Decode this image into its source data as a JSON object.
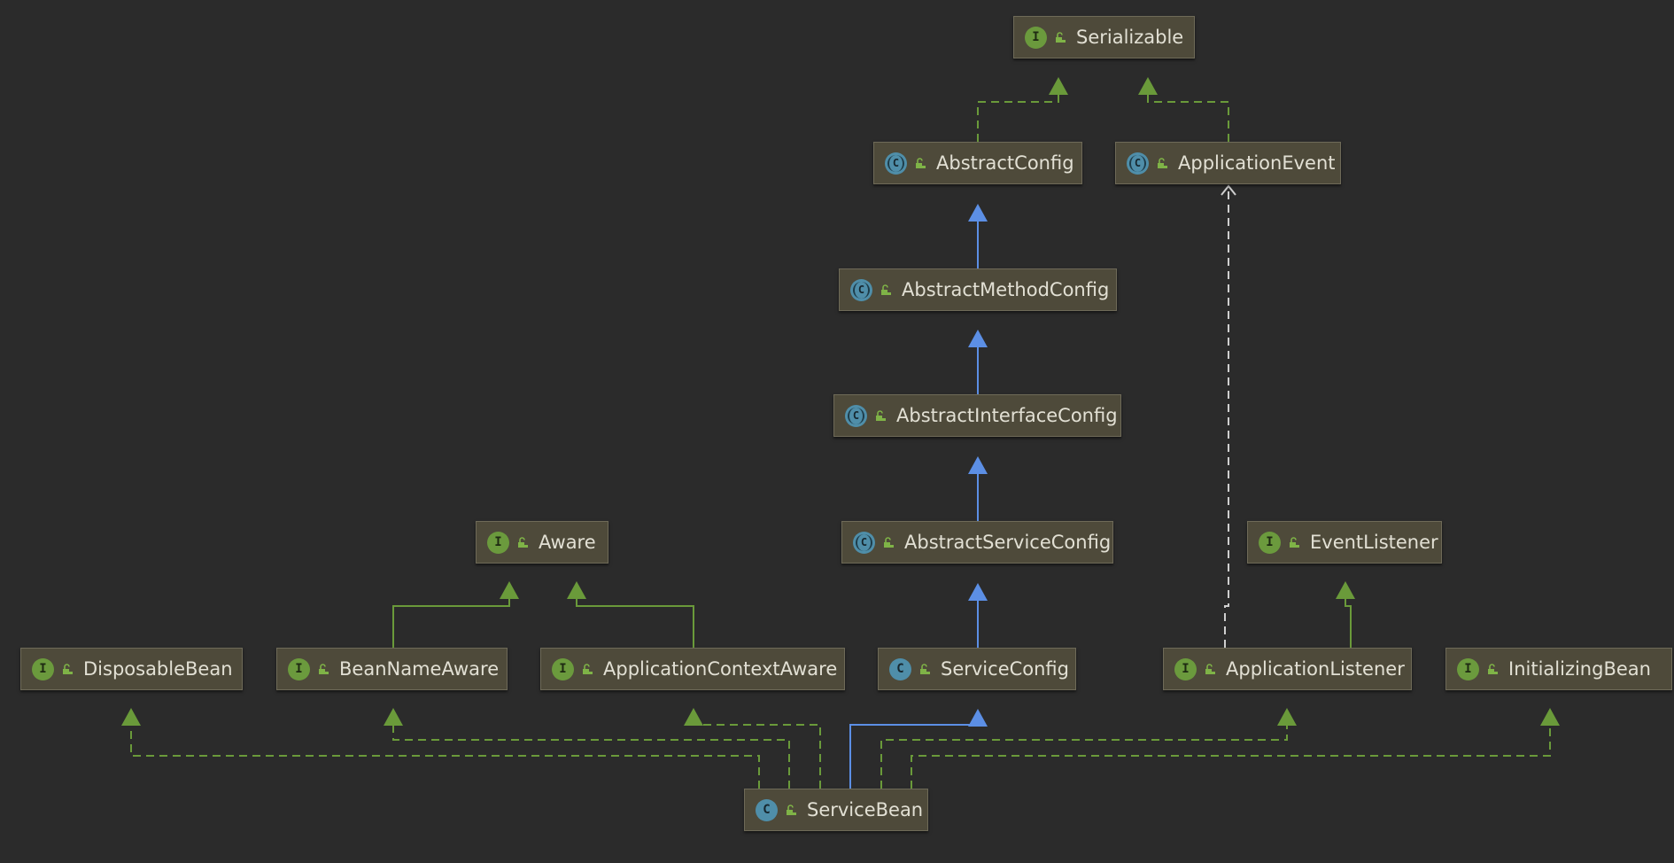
{
  "diagram": {
    "nodes": [
      {
        "id": "serializable",
        "kind": "interface",
        "label": "Serializable"
      },
      {
        "id": "abstract-config",
        "kind": "abstract",
        "label": "AbstractConfig"
      },
      {
        "id": "application-event",
        "kind": "abstract",
        "label": "ApplicationEvent"
      },
      {
        "id": "abstract-method-config",
        "kind": "abstract",
        "label": "AbstractMethodConfig"
      },
      {
        "id": "abstract-interface-config",
        "kind": "abstract",
        "label": "AbstractInterfaceConfig"
      },
      {
        "id": "aware",
        "kind": "interface",
        "label": "Aware"
      },
      {
        "id": "abstract-service-config",
        "kind": "abstract",
        "label": "AbstractServiceConfig"
      },
      {
        "id": "event-listener",
        "kind": "interface",
        "label": "EventListener"
      },
      {
        "id": "disposable-bean",
        "kind": "interface",
        "label": "DisposableBean"
      },
      {
        "id": "bean-name-aware",
        "kind": "interface",
        "label": "BeanNameAware"
      },
      {
        "id": "application-context-aware",
        "kind": "interface",
        "label": "ApplicationContextAware"
      },
      {
        "id": "service-config",
        "kind": "class",
        "label": "ServiceConfig"
      },
      {
        "id": "application-listener",
        "kind": "interface",
        "label": "ApplicationListener"
      },
      {
        "id": "initializing-bean",
        "kind": "interface",
        "label": "InitializingBean"
      },
      {
        "id": "service-bean",
        "kind": "class",
        "label": "ServiceBean"
      }
    ],
    "badge_glyphs": {
      "interface": "I",
      "class": "C",
      "abstract": "C"
    },
    "edge_types": {
      "extends": {
        "color": "#5c8fe5",
        "style": "solid"
      },
      "implements": {
        "color": "#6a9a3a",
        "style": "dashed"
      },
      "interface-extends": {
        "color": "#6a9a3a",
        "style": "solid"
      },
      "dependency": {
        "color": "#cfcfcf",
        "style": "dashed-open-arrow"
      }
    },
    "edges": [
      {
        "from": "abstract-config",
        "to": "serializable",
        "type": "implements"
      },
      {
        "from": "application-event",
        "to": "serializable",
        "type": "implements"
      },
      {
        "from": "abstract-method-config",
        "to": "abstract-config",
        "type": "extends"
      },
      {
        "from": "abstract-interface-config",
        "to": "abstract-method-config",
        "type": "extends"
      },
      {
        "from": "abstract-service-config",
        "to": "abstract-interface-config",
        "type": "extends"
      },
      {
        "from": "service-config",
        "to": "abstract-service-config",
        "type": "extends"
      },
      {
        "from": "bean-name-aware",
        "to": "aware",
        "type": "interface-extends"
      },
      {
        "from": "application-context-aware",
        "to": "aware",
        "type": "interface-extends"
      },
      {
        "from": "application-listener",
        "to": "event-listener",
        "type": "interface-extends"
      },
      {
        "from": "application-listener",
        "to": "application-event",
        "type": "dependency"
      },
      {
        "from": "service-bean",
        "to": "service-config",
        "type": "extends"
      },
      {
        "from": "service-bean",
        "to": "disposable-bean",
        "type": "implements"
      },
      {
        "from": "service-bean",
        "to": "bean-name-aware",
        "type": "implements"
      },
      {
        "from": "service-bean",
        "to": "application-context-aware",
        "type": "implements"
      },
      {
        "from": "service-bean",
        "to": "application-listener",
        "type": "implements"
      },
      {
        "from": "service-bean",
        "to": "initializing-bean",
        "type": "implements"
      }
    ],
    "colors": {
      "background": "#2b2b2b",
      "node_fill": "#4e4a3a",
      "node_border": "#6e6a58",
      "label": "#e2e0d4",
      "interface_badge": "#6b9a3d",
      "class_badge": "#4f8ea9"
    }
  }
}
